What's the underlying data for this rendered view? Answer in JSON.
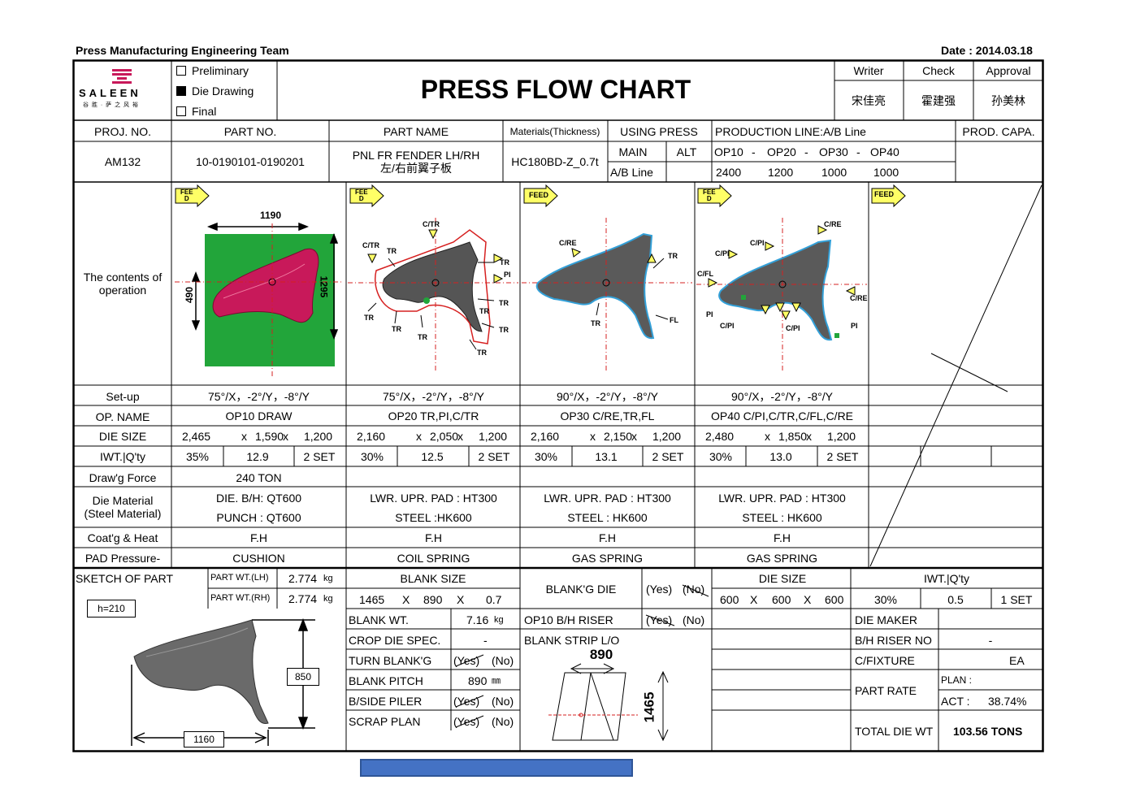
{
  "header": {
    "team": "Press Manufacturing Engineering Team",
    "date": "Date : 2014.03.18"
  },
  "logo": {
    "name": "SALEEN",
    "sub": "谷 胜 · 萨 之 风 裕"
  },
  "status": {
    "options": [
      {
        "label": "Preliminary",
        "checked": false
      },
      {
        "label": "Die Drawing",
        "checked": true
      },
      {
        "label": "Final",
        "checked": false
      }
    ]
  },
  "title": "PRESS FLOW CHART",
  "sign": {
    "writer_label": "Writer",
    "check_label": "Check",
    "approval_label": "Approval",
    "writer": "宋佳亮",
    "check": "霍建强",
    "approval": "孙美林"
  },
  "info": {
    "proj_label": "PROJ.  NO.",
    "part_no_label": "PART NO.",
    "part_name_label": "PART NAME",
    "materials_label": "Materials(Thickness)",
    "using_press_label": "USING PRESS",
    "production_line_label": "PRODUCTION LINE:A/B Line",
    "prod_capa_label": "PROD. CAPA.",
    "proj": "AM132",
    "part_no": "10-0190101-0190201",
    "part_name": "PNL FR FENDER LH/RH",
    "part_name_cn": "左/右前翼子板",
    "material": "HC180BD-Z_0.7t",
    "main": "MAIN",
    "alt": "ALT",
    "ab_line": "A/B Line",
    "ops": [
      "OP10",
      "-",
      "OP20",
      "-",
      "OP30",
      "-",
      "OP40"
    ],
    "capa": [
      "2400",
      "1200",
      "1000",
      "1000"
    ]
  },
  "contents_label": "The contents of operation",
  "feed": "FEED",
  "feed_split": "FEE\nD",
  "dims": {
    "w": "1190",
    "h1": "490",
    "h2": "1295"
  },
  "op20_labels": [
    "C/TR",
    "C/TR",
    "TR",
    "TR",
    "PI",
    "TR",
    "TR",
    "TR",
    "TR",
    "TR",
    "TR",
    "TR"
  ],
  "op30_labels": [
    "C/RE",
    "TR",
    "TR",
    "FL"
  ],
  "op40_labels": [
    "C/RE",
    "C/PI",
    "C/PI",
    "C/FL",
    "C/RE",
    "PI",
    "C/PI",
    "C/PI",
    "PI"
  ],
  "rows": {
    "setup_label": "Set-up",
    "opname_label": "OP. NAME",
    "diesize_label": "DIE SIZE",
    "iwt_label": "IWT.|Q'ty",
    "force_label": "Draw'g Force",
    "material_label": "Die Material",
    "material_label2": "(Steel Material)",
    "coat_label": "Coat'g & Heat",
    "pad_label": "PAD Pressure-",
    "ops": [
      {
        "setup": "75°/X，-2°/Y，-8°/Y",
        "name": "OP10 DRAW",
        "d1": "2,465",
        "d2": "1,590",
        "d3": "1,200",
        "iwt": "35%",
        "qty": "12.9",
        "set": "2 SET",
        "force": "240 TON",
        "mat1": "DIE. B/H:  QT600",
        "mat2": "PUNCH : QT600",
        "coat": "F.H",
        "pad": "CUSHION"
      },
      {
        "setup": "75°/X，-2°/Y，-8°/Y",
        "name": "OP20 TR,PI,C/TR",
        "d1": "2,160",
        "d2": "2,050",
        "d3": "1,200",
        "iwt": "30%",
        "qty": "12.5",
        "set": "2 SET",
        "force": "",
        "mat1": "LWR. UPR. PAD : HT300",
        "mat2": "STEEL :HK600",
        "coat": "F.H",
        "pad": "COIL SPRING"
      },
      {
        "setup": "90°/X，-2°/Y，-8°/Y",
        "name": "OP30 C/RE,TR,FL",
        "d1": "2,160",
        "d2": "2,150",
        "d3": "1,200",
        "iwt": "30%",
        "qty": "13.1",
        "set": "2 SET",
        "force": "",
        "mat1": "LWR. UPR. PAD : HT300",
        "mat2": "STEEL : HK600",
        "coat": "F.H",
        "pad": "GAS SPRING"
      },
      {
        "setup": "90°/X，-2°/Y，-8°/Y",
        "name": "OP40 C/PI,C/TR,C/FL,C/RE",
        "d1": "2,480",
        "d2": "1,850",
        "d3": "1,200",
        "iwt": "30%",
        "qty": "13.0",
        "set": "2 SET",
        "force": "",
        "mat1": "LWR. UPR. PAD : HT300",
        "mat2": "STEEL : HK600",
        "coat": "F.H",
        "pad": "GAS SPRING"
      }
    ],
    "x": "x"
  },
  "bottom": {
    "sketch_label": "SKETCH OF PART",
    "h": "h=210",
    "part_wt_lh": "PART WT.(LH)",
    "part_wt_rh": "PART WT.(RH)",
    "wt_lh": "2.774",
    "wt_rh": "2.774",
    "kg": "kg",
    "dim_850": "850",
    "dim_1160": "1160",
    "blank_size_label": "BLANK SIZE",
    "bs1": "1465",
    "bs2": "890",
    "bs3": "0.7",
    "X": "X",
    "blank_wt_label": "BLANK WT.",
    "blank_wt": "7.16",
    "crop_label": "CROP DIE SPEC.",
    "crop": "-",
    "turn_label": "TURN BLANK'G",
    "pitch_label": "BLANK PITCH",
    "pitch": "890",
    "mm": "㎜",
    "side_label": "B/SIDE PILER",
    "scrap_label": "SCRAP PLAN",
    "yes": "(Yes)",
    "no": "(No)",
    "blankg_die_label": "BLANK'G DIE",
    "riser_label": "OP10 B/H RISER",
    "strip_label": "BLANK STRIP L/O",
    "strip_w": "890",
    "strip_h": "1465",
    "die_size_label": "DIE SIZE",
    "ds1": "600",
    "ds2": "600",
    "ds3": "600",
    "iwt_label": "IWT.|Q'ty",
    "iwt": "30%",
    "qty": "0.5",
    "set": "1 SET",
    "die_maker_label": "DIE MAKER",
    "bh_riser_label": "B/H RISER NO",
    "bh_riser": "-",
    "cfix_label": "C/FIXTURE",
    "cfix": "EA",
    "part_rate_label": "PART RATE",
    "plan_label": "PLAN :",
    "act_label": "ACT :",
    "act": "38.74%",
    "total_label": "TOTAL DIE WT",
    "total": "103.56 TONS"
  },
  "colors": {
    "blue_bar": "#4472c4",
    "green": "#22a53a",
    "magenta": "#c8195a",
    "feed_yellow": "#ffff66",
    "red_dash": "#d62020",
    "cyan": "#33a0d8"
  }
}
